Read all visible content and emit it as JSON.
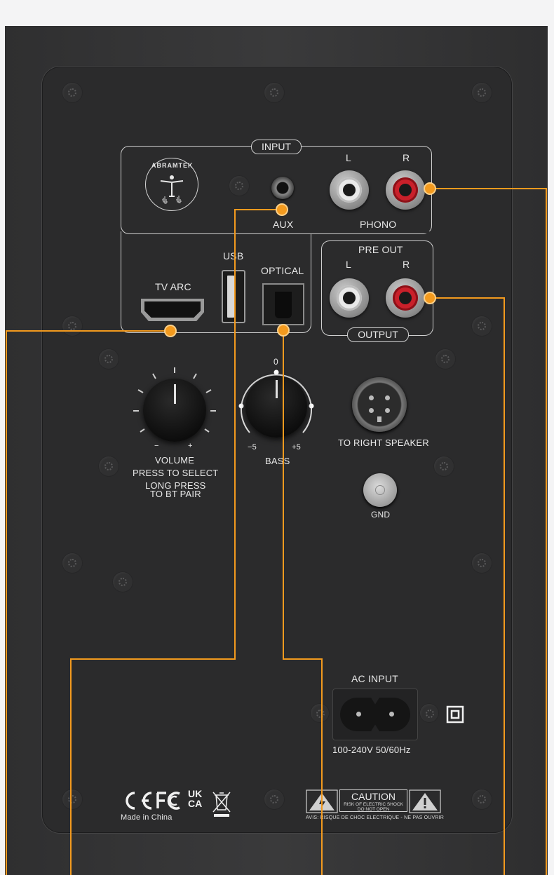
{
  "input_panel": {
    "input_tag": "INPUT",
    "brand_logo_text": "ABRAMTEK",
    "aux_label": "AUX",
    "left_label": "L",
    "right_label": "R",
    "phono_label": "PHONO",
    "usb_label": "USB",
    "optical_label": "OPTICAL",
    "tv_arc_label": "TV ARC"
  },
  "output_panel": {
    "pre_out_label": "PRE OUT",
    "left_label": "L",
    "right_label": "R",
    "output_tag": "OUTPUT"
  },
  "controls": {
    "bass_zero": "0",
    "bass_min": "−5",
    "bass_max": "+5",
    "bass_label": "BASS",
    "volume_minus": "−",
    "volume_plus": "+",
    "volume_label": "VOLUME",
    "volume_line2": "PRESS TO SELECT",
    "volume_line3": "LONG PRESS",
    "volume_line4": "TO BT PAIR",
    "to_right_speaker": "TO RIGHT SPEAKER",
    "gnd_label": "GND"
  },
  "power": {
    "ac_input_label": "AC INPUT",
    "rating": "100-240V 50/60Hz"
  },
  "compliance": {
    "made_in": "Made in China",
    "caution_title": "CAUTION",
    "caution_line1": "RISK OF ELECTRIC SHOCK",
    "caution_line2": "DO NOT OPEN",
    "avis": "AVIS: RISQUE DE CHOC ELECTRIQUE - NE PAS OUVRIR",
    "cert_marks": [
      "CE",
      "FC",
      "UKCA",
      "WEEE"
    ]
  },
  "colors": {
    "callout": "#f39a1e",
    "rca_red": "#c9202a",
    "panel": "#2b2b2c"
  }
}
